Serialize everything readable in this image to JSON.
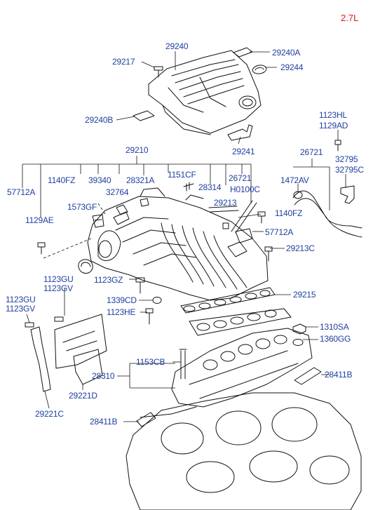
{
  "version": "2.7L",
  "colors": {
    "label": "#1f3fa0",
    "version": "#d61a1a",
    "line": "#111111"
  },
  "labels": {
    "p29240": "29240",
    "p29217": "29217",
    "p29240A": "29240A",
    "p29244": "29244",
    "p29240B": "29240B",
    "p29241": "29241",
    "p1123HL": "1123HL",
    "p1129AD": "1129AD",
    "p29210": "29210",
    "p26721a": "26721",
    "p32795": "32795",
    "p32795C": "32795C",
    "p1140FZa": "1140FZ",
    "p39340": "39340",
    "p32764": "32764",
    "p28321A": "28321A",
    "p1151CF": "1151CF",
    "p28314": "28314",
    "p26721b": "26721",
    "p57712Aa": "57712A",
    "pH0100C": "H0100C",
    "p1472AV": "1472AV",
    "p1573GF": "1573GF",
    "p29213": "29213",
    "p1140FZb": "1140FZ",
    "p1129AE": "1129AE",
    "p57712Ab": "57712A",
    "p29213C": "29213C",
    "p1123GUa": "1123GU",
    "p1123GVa": "1123GV",
    "p1123GZ": "1123GZ",
    "p29215": "29215",
    "p1123GUb": "1123GU",
    "p1123GVb": "1123GV",
    "p1339CD": "1339CD",
    "p1123HE": "1123HE",
    "p1310SA": "1310SA",
    "p1360GG": "1360GG",
    "p1153CB": "1153CB",
    "p28411Ba": "28411B",
    "p28310": "28310",
    "p29221D": "29221D",
    "p29221C": "29221C",
    "p28411Bb": "28411B"
  }
}
